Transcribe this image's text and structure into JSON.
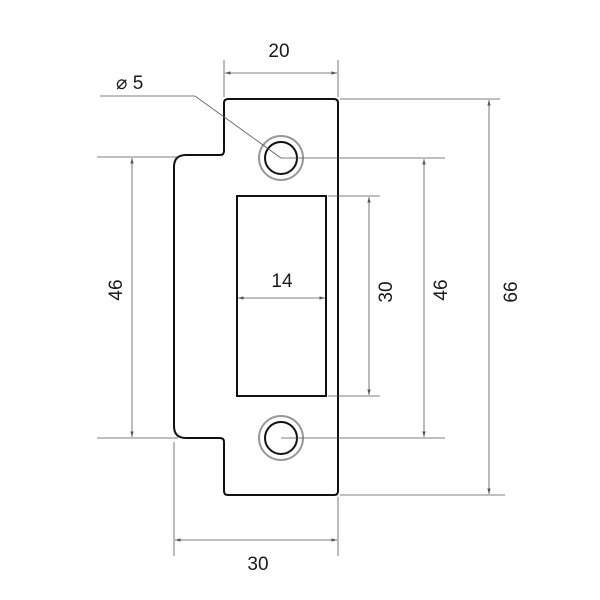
{
  "dimensions": {
    "top_width": "20",
    "hole_diameter": "⌀ 5",
    "slot_width": "14",
    "slot_height": "30",
    "hole_spacing_right": "46",
    "hole_spacing_left": "46",
    "total_height": "66",
    "total_width": "30"
  },
  "colors": {
    "outline": "#111111",
    "dimension": "#555555",
    "hole_ring": "#999999"
  }
}
